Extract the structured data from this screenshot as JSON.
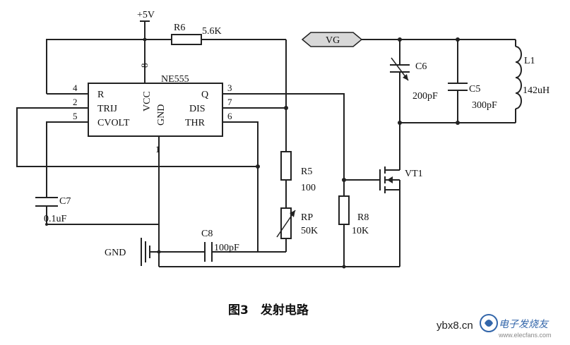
{
  "labels": {
    "vcc": "+5V",
    "r6": "R6",
    "r6_val": "5.6K",
    "vg": "VG",
    "c6": "C6",
    "c6_val": "200pF",
    "c5": "C5",
    "c5_val": "300pF",
    "l1": "L1",
    "l1_val": "142uH",
    "ic": "NE555",
    "pin_r": "R",
    "pin_trij": "TRIJ",
    "pin_cvolt": "CVOLT",
    "pin_vcc": "VCC",
    "pin_gnd": "GND",
    "pin_q": "Q",
    "pin_dis": "DIS",
    "pin_thr": "THR",
    "n4": "4",
    "n2": "2",
    "n5": "5",
    "n8": "8",
    "n1": "1",
    "n3": "3",
    "n7": "7",
    "n6": "6",
    "vt1": "VT1",
    "r5": "R5",
    "r5_val": "100",
    "rp": "RP",
    "rp_val": "50K",
    "r8": "R8",
    "r8_val": "10K",
    "c7": "C7",
    "c7_val": "0.1uF",
    "c8": "C8",
    "c8_val": "100pF",
    "gnd": "GND"
  },
  "caption": "图3　发射电路",
  "watermark": {
    "site": "ybx8.cn",
    "brand": "电子发烧友",
    "url": "www.elecfans.com"
  }
}
